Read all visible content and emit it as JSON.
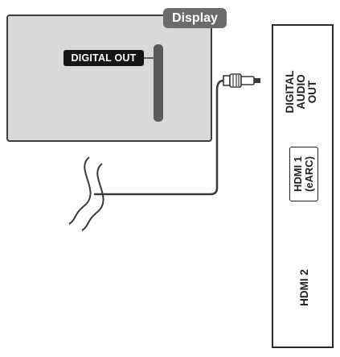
{
  "display": {
    "tag": "Display",
    "port_label": "DIGITAL OUT"
  },
  "device": {
    "digital_audio_out": [
      "DIGITAL",
      "AUDIO",
      "OUT"
    ],
    "hdmi1": [
      "HDMI 1",
      "(eARC)"
    ],
    "hdmi2": "HDMI 2"
  },
  "colors": {
    "display_fill": "#d9d9d9",
    "tag_fill": "#6b6b6b",
    "port_label_fill": "#151515",
    "line": "#3a3a3a"
  },
  "icons": {
    "cable": "optical-cable-icon",
    "connector": "optical-plug-icon",
    "break": "cable-break-icon"
  }
}
